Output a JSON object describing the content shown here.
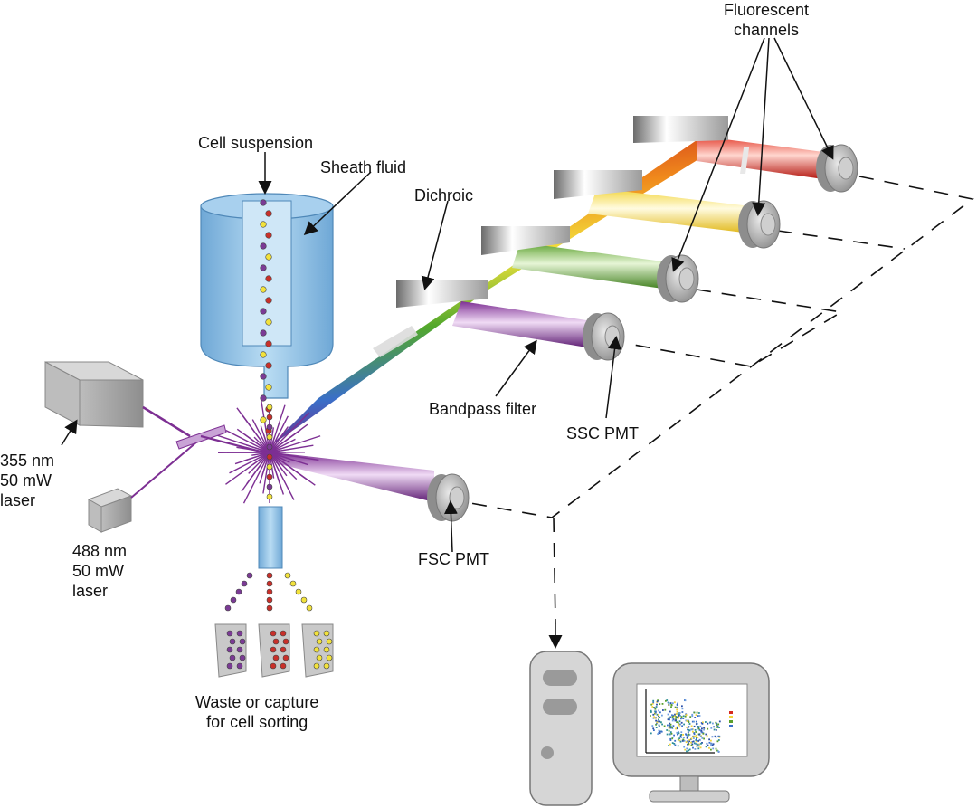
{
  "labels": {
    "fluorescent_channels": [
      "Fluorescent",
      "channels"
    ],
    "cell_suspension": "Cell suspension",
    "sheath_fluid": "Sheath fluid",
    "dichroic": "Dichroic",
    "bandpass_filter": "Bandpass filter",
    "ssc_pmt": "SSC PMT",
    "fsc_pmt": "FSC PMT",
    "laser_355": [
      "355 nm",
      "50 mW",
      "laser"
    ],
    "laser_488": [
      "488 nm",
      "50 mW",
      "laser"
    ],
    "waste_capture": [
      "Waste or capture",
      "for cell sorting"
    ]
  },
  "colors": {
    "red_beam": "#d62a1f",
    "yellow_beam": "#f2d43a",
    "green_beam": "#5aa02c",
    "violet_beam": "#7d2f93",
    "nozzle_blue": "#8fc3e6",
    "pmt_gray": "#9a9a9a",
    "cell_red": "#c8302a",
    "cell_yellow": "#f2e23c",
    "cell_violet": "#7b3b95"
  }
}
